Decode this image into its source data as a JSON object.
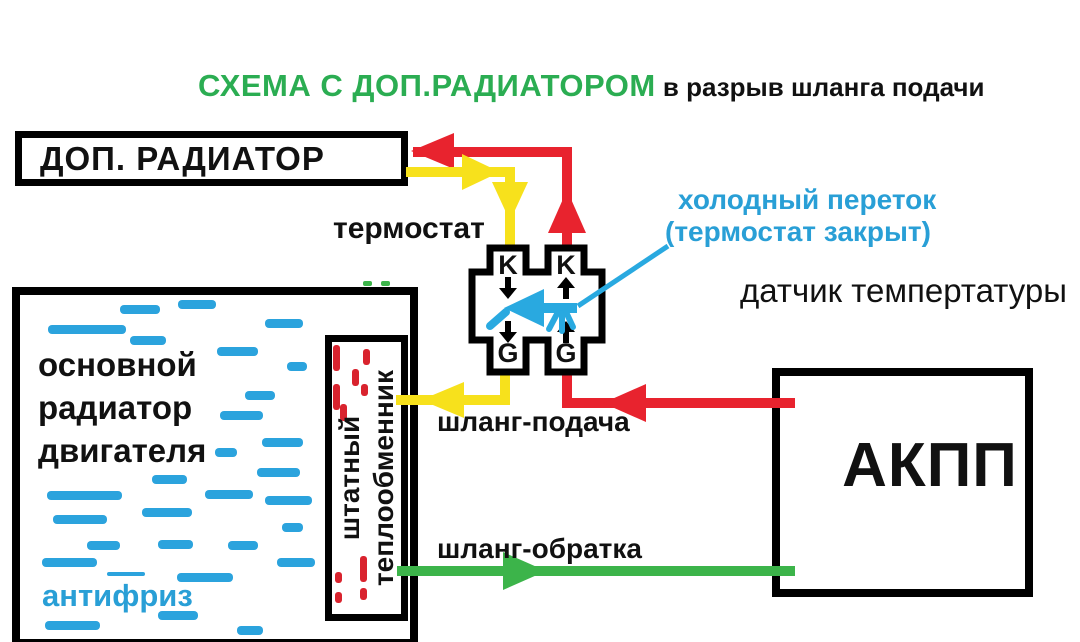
{
  "title": {
    "green": "СХЕМА С ДОП.РАДИАТОРОМ",
    "black": " в разрыв шланга подачи"
  },
  "extra_radiator": {
    "label": "ДОП. РАДИАТОР"
  },
  "thermostat": {
    "label": "термостат",
    "port_top_left": "K",
    "port_top_right": "K",
    "port_bottom_left": "G",
    "port_bottom_right": "G"
  },
  "bypass_note": {
    "line1": "холодный переток",
    "line2": "(термостат закрыт)"
  },
  "temp_sensor": {
    "label": "датчик темпертатуры"
  },
  "main_radiator": {
    "line1": "основной",
    "line2": "радиатор",
    "line3": "двигателя",
    "coolant_label": "антифриз"
  },
  "heat_exchanger": {
    "line1": "штатный",
    "line2": "теплообменник"
  },
  "hoses": {
    "supply": "шланг-подача",
    "return": "шланг-обратка"
  },
  "akpp": {
    "label": "АКПП"
  },
  "colors": {
    "hot_line_red": "#e8232e",
    "cooled_line_yellow": "#f7e11c",
    "return_line_green": "#3cb44a",
    "bypass_blue": "#29a9e0",
    "title_green": "#2bad52",
    "antifreeze_blue": "#2ba3dd",
    "exchanger_dash_red": "#d9232e"
  }
}
